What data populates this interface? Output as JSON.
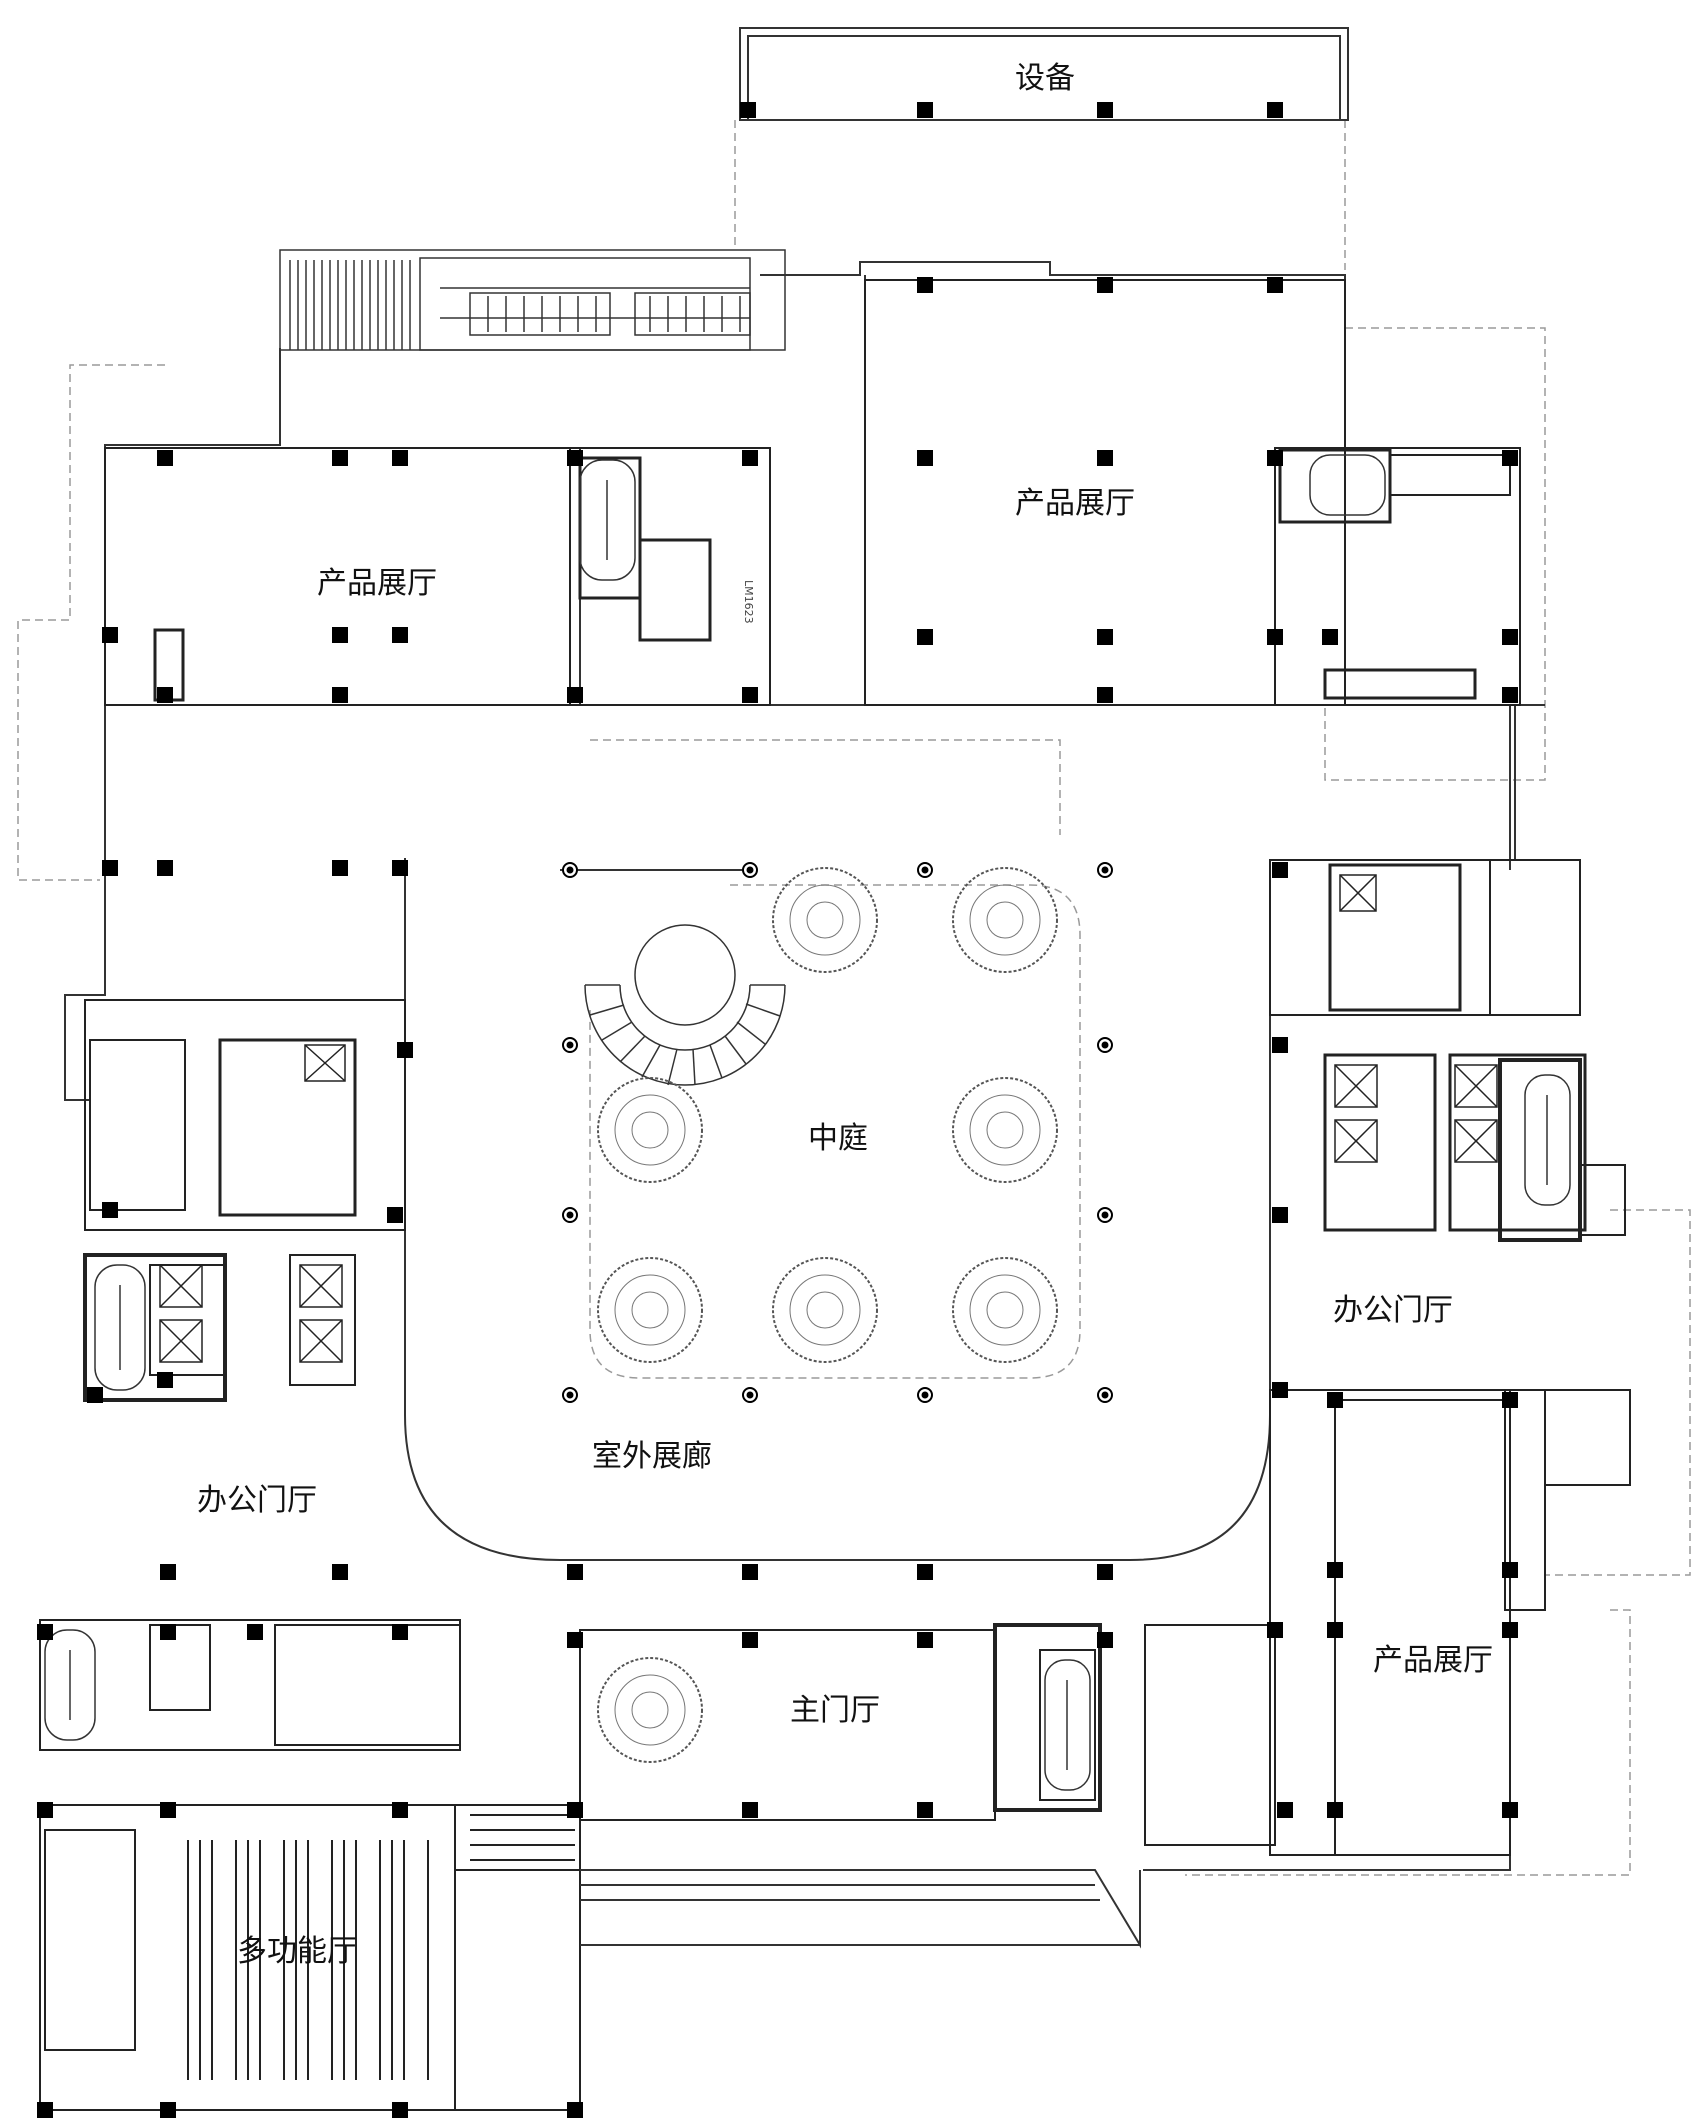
{
  "rooms": {
    "equipment": "设备",
    "showroom_nw": "产品展厅",
    "showroom_ne": "产品展厅",
    "atrium": "中庭",
    "office_lobby_east": "办公门厅",
    "outdoor_gallery": "室外展廊",
    "office_lobby_west": "办公门厅",
    "main_lobby": "主门厅",
    "showroom_se": "产品展厅",
    "multipurpose_hall": "多功能厅"
  },
  "annotations": {
    "vertical_note": "LM1623"
  },
  "colors": {
    "wall": "#000000",
    "line": "#333333",
    "dashed": "#9a9a9a",
    "tree": "#555555"
  }
}
